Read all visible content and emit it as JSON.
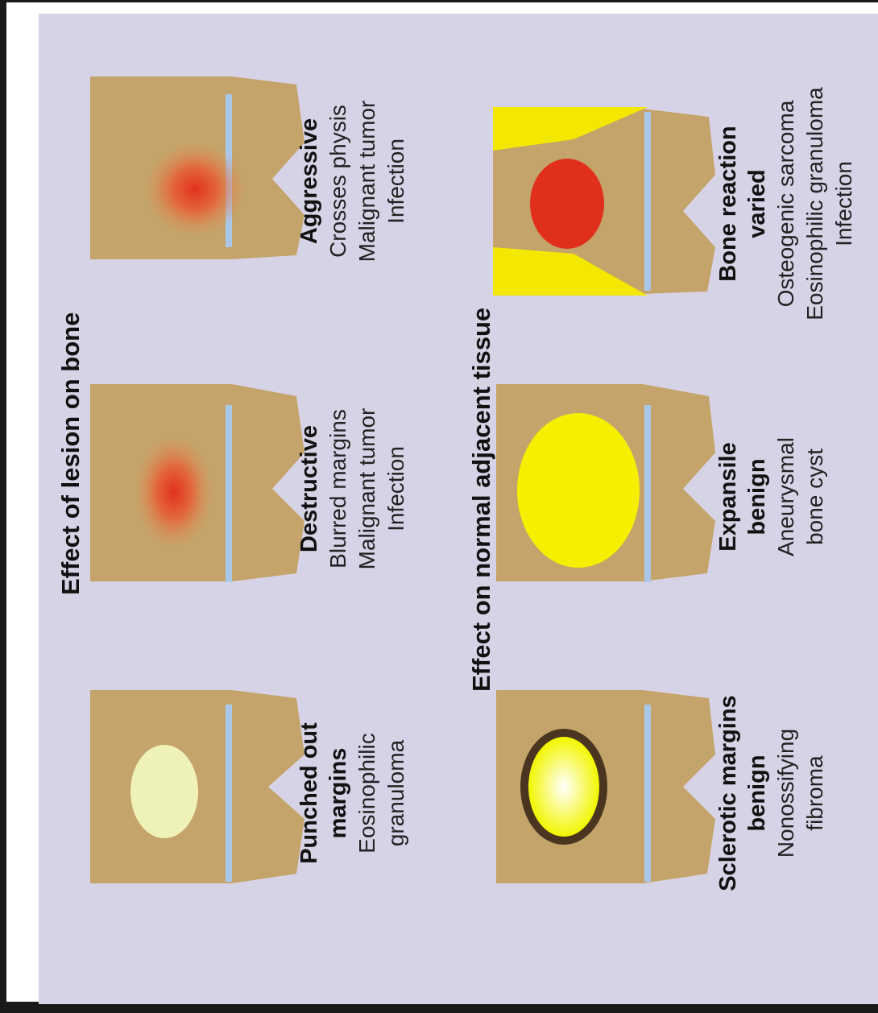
{
  "section_titles": {
    "bone": "Effect of lesion on bone",
    "tissue": "Effect on normal adjacent tissue"
  },
  "panels": [
    {
      "heading": [
        "Punched out",
        "margins"
      ],
      "lines": [
        "Eosinophilic",
        "granuloma"
      ]
    },
    {
      "heading": [
        "Destructive"
      ],
      "lines": [
        "Blurred margins",
        "Malignant tumor",
        "Infection"
      ]
    },
    {
      "heading": [
        "Aggressive"
      ],
      "lines": [
        "Crosses physis",
        "Malignant tumor",
        "Infection"
      ]
    },
    {
      "heading": [
        "Sclerotic margins",
        "benign"
      ],
      "lines": [
        "Nonossifying",
        "fibroma"
      ]
    },
    {
      "heading": [
        "Expansile",
        "benign"
      ],
      "lines": [
        "Aneurysmal",
        "bone cyst"
      ]
    },
    {
      "heading": [
        "Bone reaction",
        "varied"
      ],
      "lines": [
        "Osteogenic sarcoma",
        "Eosinophilic granuloma",
        "Infection"
      ]
    }
  ],
  "colors": {
    "bone": "#c4a46a",
    "physis": "#a9c7e8",
    "lesion_pale": "#eef2b8",
    "lesion_red": "#e0301c",
    "lesion_yellow": "#f6f000",
    "sclerotic_rim": "#4a3620",
    "periosteal_reaction": "#f4e800",
    "background": "#d7d3e6"
  }
}
